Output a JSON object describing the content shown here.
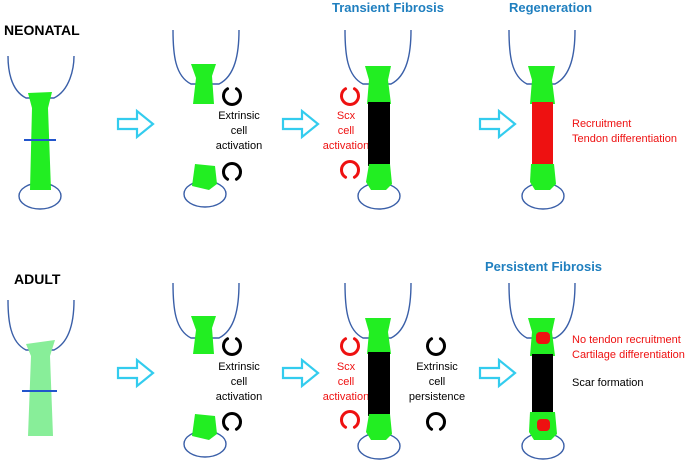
{
  "colors": {
    "tendon_green": "#22ee22",
    "tendon_light_green": "#88ee99",
    "scar_black": "#000000",
    "regenerated_red": "#ee1111",
    "bone_outline": "#3a5fa8",
    "arrow_cyan": "#33ccee",
    "phase_blue": "#1f7fbf",
    "text_red": "#ee1111",
    "text_black": "#000000"
  },
  "rows": {
    "neonatal": {
      "title": "NEONATAL",
      "stage2_caption": [
        "Extrinsic",
        "cell",
        "activation"
      ],
      "stage3_phase": "Transient Fibrosis",
      "stage3_caption": [
        "Scx",
        "cell",
        "activation"
      ],
      "stage4_phase": "Regeneration",
      "stage4_caption": [
        "Recruitment",
        "Tendon differentiation"
      ]
    },
    "adult": {
      "title": "ADULT",
      "stage2_caption": [
        "Extrinsic",
        "cell",
        "activation"
      ],
      "stage3_caption_left": [
        "Scx",
        "cell",
        "activation"
      ],
      "stage3_caption_right": [
        "Extrinsic",
        "cell",
        "persistence"
      ],
      "stage4_phase": "Persistent Fibrosis",
      "stage4_caption_red": [
        "No tendon recruitment",
        "Cartilage differentiation"
      ],
      "stage4_caption_black": "Scar formation"
    }
  },
  "icons": [
    "injury-line",
    "flow-arrow-icon",
    "cell-ring-icon"
  ]
}
